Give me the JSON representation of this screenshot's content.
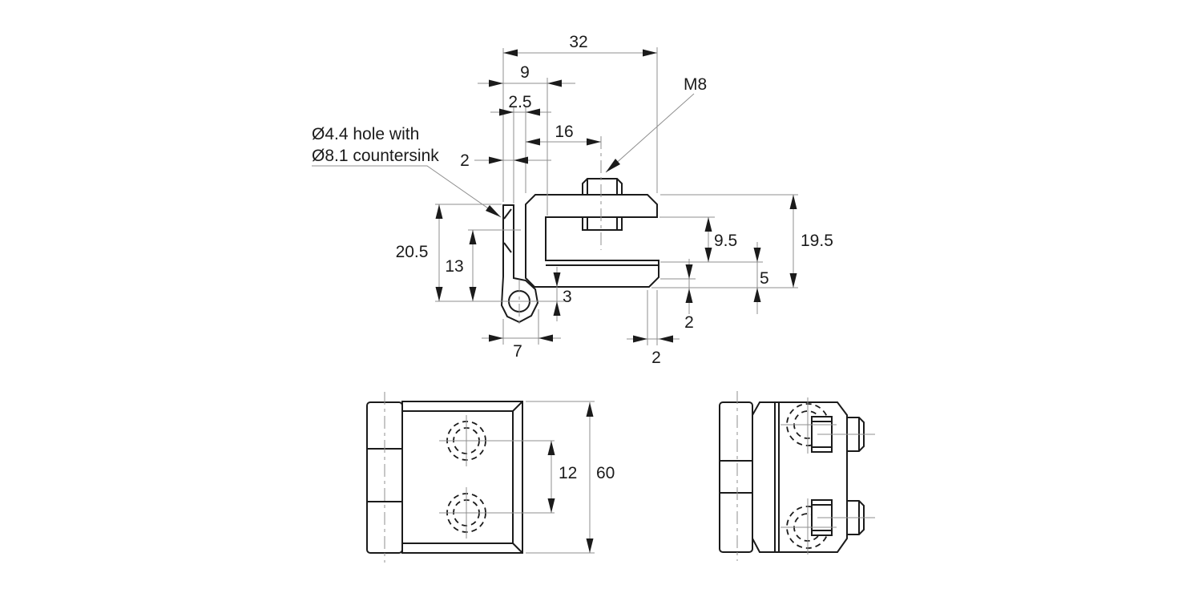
{
  "colors": {
    "background": "#ffffff",
    "part_line": "#1b1b1b",
    "dimension_line": "#8f8f8f",
    "text": "#1b1b1b"
  },
  "profile_view": {
    "overall_width": "32",
    "flange_offset": "9",
    "gap": "2.5",
    "screw_offset": "16",
    "flange_thickness": "2",
    "thread_label": "M8",
    "hole_note_line1": "Ø4.4 hole with",
    "hole_note_line2": "Ø8.1 countersink",
    "flange_height": "20.5",
    "hole_height": "13",
    "pivot_offset": "3",
    "hinge_width": "7",
    "jaw_chamfer_width": "2",
    "jaw_opening": "9.5",
    "body_height": "19.5",
    "jaw_thickness": "5",
    "jaw_lip": "2"
  },
  "front_view": {
    "hole_spacing": "12",
    "overall_height": "60"
  }
}
